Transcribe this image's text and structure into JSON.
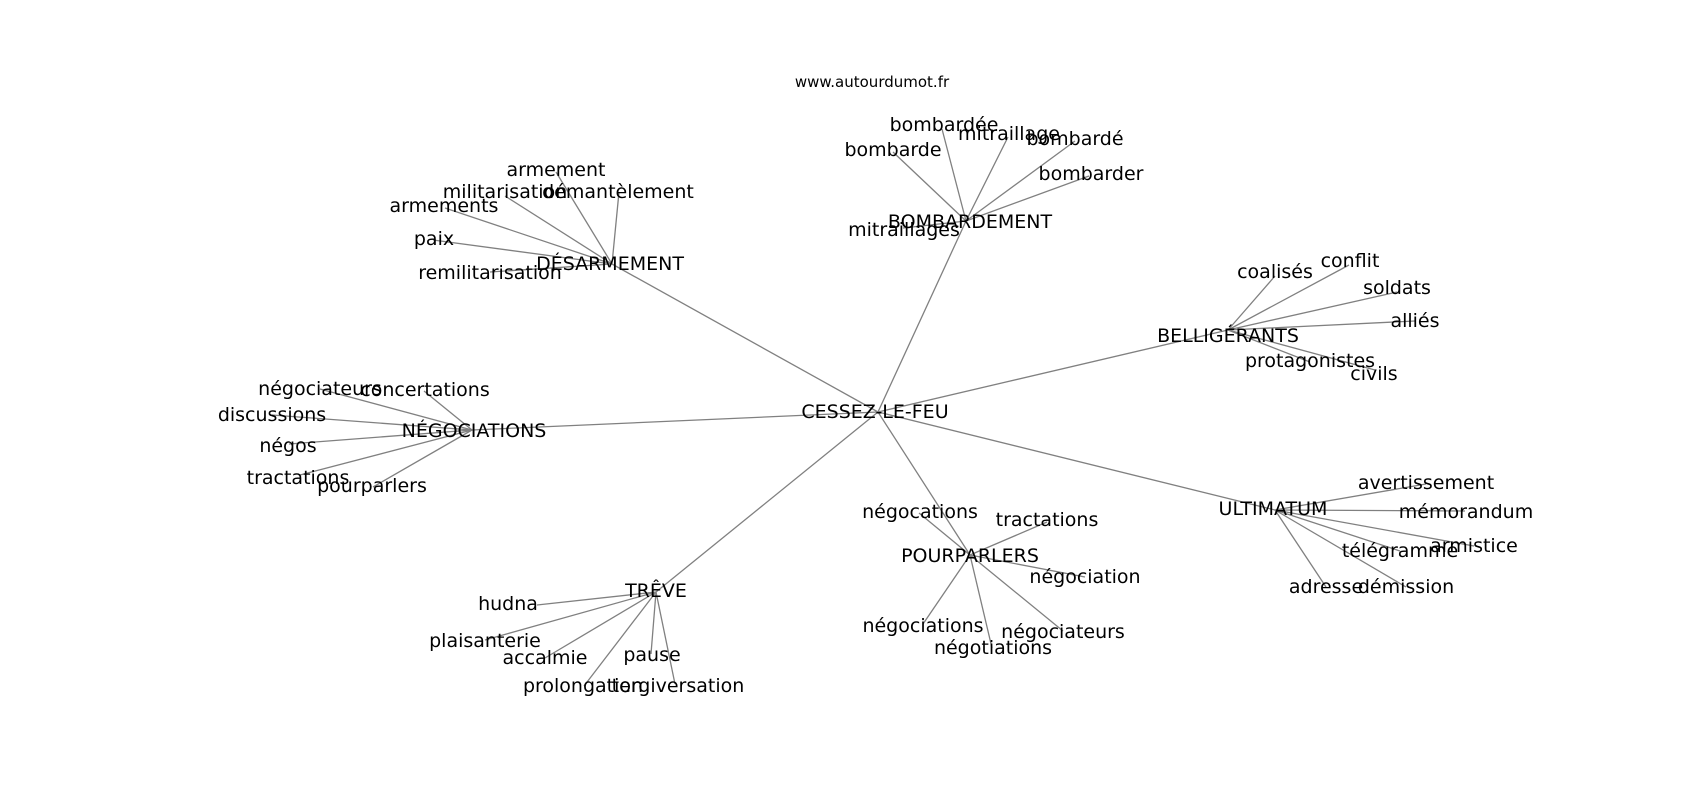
{
  "site": "www.autourdumot.fr",
  "graph": {
    "center": "CESSEZ-LE-FEU",
    "hubs": [
      {
        "label": "DÉSARMEMENT",
        "leaves": [
          "armement",
          "militarisation",
          "démantèlement",
          "armements",
          "paix",
          "remilitarisation"
        ]
      },
      {
        "label": "BOMBARDEMENT",
        "leaves": [
          "bombardée",
          "mitraillage",
          "bombardé",
          "bombarde",
          "bombarder",
          "mitraillages"
        ]
      },
      {
        "label": "BELLIGÉRANTS",
        "leaves": [
          "coalisés",
          "conflit",
          "soldats",
          "alliés",
          "protagonistes",
          "civils"
        ]
      },
      {
        "label": "NÉGOCIATIONS",
        "leaves": [
          "négociateurs",
          "concertations",
          "discussions",
          "négos",
          "tractations",
          "pourparlers"
        ]
      },
      {
        "label": "ULTIMATUM",
        "leaves": [
          "avertissement",
          "mémorandum",
          "armistice",
          "télégramme",
          "adresse",
          "démission"
        ]
      },
      {
        "label": "POURPARLERS",
        "leaves": [
          "négocations",
          "tractations",
          "négociation",
          "négociations",
          "négociateurs",
          "négotiations"
        ]
      },
      {
        "label": "TRÊVE",
        "leaves": [
          "hudna",
          "plaisanterie",
          "accalmie",
          "pause",
          "prolongation",
          "tergiversation"
        ]
      }
    ]
  }
}
